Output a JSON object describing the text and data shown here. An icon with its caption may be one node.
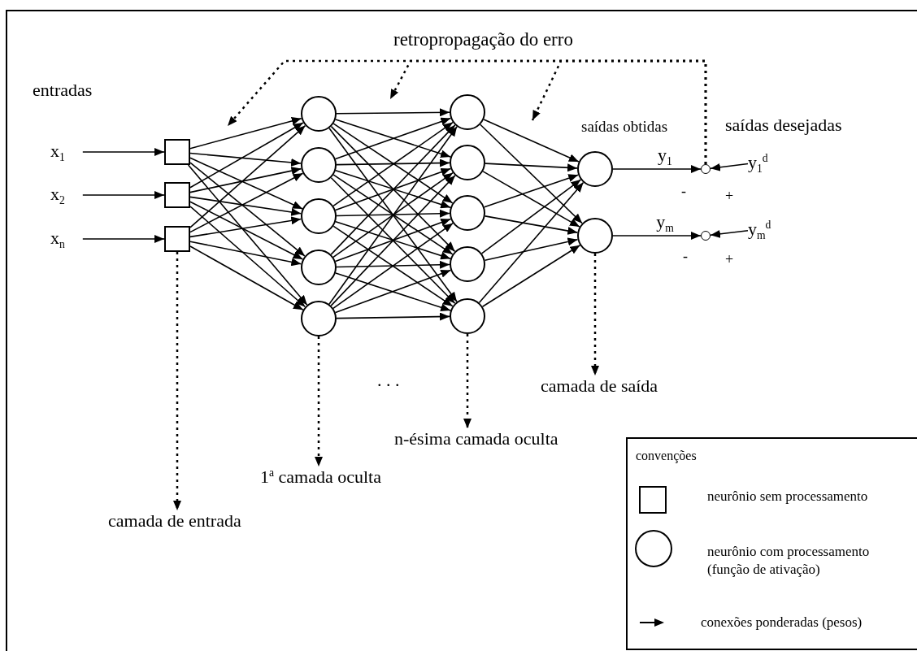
{
  "diagram": {
    "nodes": [
      {
        "text": [
          "x$_{1}$"
        ]
      },
      {
        "text": [
          "x$_{2}$"
        ]
      },
      {
        "text": [
          "x$_{n}$"
        ]
      },
      {
        "text": [],
        "shape": "box"
      },
      {
        "text": [],
        "shape": "box"
      },
      {
        "text": [],
        "shape": "box"
      },
      {
        "text": [],
        "shape": "circle"
      },
      {
        "text": [],
        "shape": "circle"
      },
      {
        "text": [],
        "shape": "circle"
      },
      {
        "text": [],
        "shape": "circle"
      },
      {
        "text": [],
        "shape": "circle"
      },
      {
        "text": [],
        "shape": "circle"
      },
      {
        "text": [],
        "shape": "circle"
      },
      {
        "text": [],
        "shape": "circle"
      },
      {
        "text": [],
        "shape": "circle"
      },
      {
        "text": [],
        "shape": "circle"
      },
      {
        "text": [],
        "shape": "circle"
      },
      {
        "text": [],
        "shape": "circle"
      },
      {
        "text": [],
        "shape": "circle"
      },
      {
        "text": [],
        "shape": "circle"
      },
      {
        "text": [
          "y$_{1}$$^{d}$"
        ]
      },
      {
        "text": [
          "y$_{m}$$^{d}$"
        ]
      },
      {
        "text": [
          "camada de entrada"
        ]
      },
      {
        "text": [
          "1$^{a}$ camada oculta"
        ]
      },
      {
        "text": [
          "n-ésima camada oculta"
        ]
      },
      {
        "text": [
          "camada de saída"
        ]
      }
    ],
    "edges": [
      {
        "from": 0,
        "to": 3,
        "arrow": "to"
      },
      {
        "from": 1,
        "to": 4,
        "arrow": "to"
      },
      {
        "from": 2,
        "to": 5,
        "arrow": "to"
      },
      {
        "from": 3,
        "to": 6,
        "arrow": "to"
      },
      {
        "from": 3,
        "to": 7,
        "arrow": "to"
      },
      {
        "from": 3,
        "to": 8,
        "arrow": "to"
      },
      {
        "from": 3,
        "to": 9,
        "arrow": "to"
      },
      {
        "from": 3,
        "to": 10,
        "arrow": "to"
      },
      {
        "from": 4,
        "to": 6,
        "arrow": "to"
      },
      {
        "from": 4,
        "to": 7,
        "arrow": "to"
      },
      {
        "from": 4,
        "to": 8,
        "arrow": "to"
      },
      {
        "from": 4,
        "to": 9,
        "arrow": "to"
      },
      {
        "from": 4,
        "to": 10,
        "arrow": "to"
      },
      {
        "from": 5,
        "to": 6,
        "arrow": "to"
      },
      {
        "from": 5,
        "to": 7,
        "arrow": "to"
      },
      {
        "from": 5,
        "to": 8,
        "arrow": "to"
      },
      {
        "from": 5,
        "to": 9,
        "arrow": "to"
      },
      {
        "from": 5,
        "to": 10,
        "arrow": "to"
      },
      {
        "from": 6,
        "to": 11,
        "arrow": "to"
      },
      {
        "from": 6,
        "to": 12,
        "arrow": "to"
      },
      {
        "from": 6,
        "to": 13,
        "arrow": "to"
      },
      {
        "from": 6,
        "to": 14,
        "arrow": "to"
      },
      {
        "from": 6,
        "to": 15,
        "arrow": "to"
      },
      {
        "from": 7,
        "to": 11,
        "arrow": "to"
      },
      {
        "from": 7,
        "to": 12,
        "arrow": "to"
      },
      {
        "from": 7,
        "to": 13,
        "arrow": "to"
      },
      {
        "from": 7,
        "to": 14,
        "arrow": "to"
      },
      {
        "from": 7,
        "to": 15,
        "arrow": "to"
      },
      {
        "from": 8,
        "to": 11,
        "arrow": "to"
      },
      {
        "from": 8,
        "to": 12,
        "arrow": "to"
      },
      {
        "from": 8,
        "to": 13,
        "arrow": "to"
      },
      {
        "from": 8,
        "to": 14,
        "arrow": "to"
      },
      {
        "from": 8,
        "to": 15,
        "arrow": "to"
      },
      {
        "from": 9,
        "to": 11,
        "arrow": "to"
      },
      {
        "from": 9,
        "to": 12,
        "arrow": "to"
      },
      {
        "from": 9,
        "to": 13,
        "arrow": "to"
      },
      {
        "from": 9,
        "to": 14,
        "arrow": "to"
      },
      {
        "from": 9,
        "to": 15,
        "arrow": "to"
      },
      {
        "from": 10,
        "to": 11,
        "arrow": "to"
      },
      {
        "from": 10,
        "to": 12,
        "arrow": "to"
      },
      {
        "from": 10,
        "to": 13,
        "arrow": "to"
      },
      {
        "from": 10,
        "to": 14,
        "arrow": "to"
      },
      {
        "from": 10,
        "to": 15,
        "arrow": "to"
      },
      {
        "from": 11,
        "to": 16,
        "arrow": "to"
      },
      {
        "from": 11,
        "to": 17,
        "arrow": "to"
      },
      {
        "from": 12,
        "to": 16,
        "arrow": "to"
      },
      {
        "from": 12,
        "to": 17,
        "arrow": "to"
      },
      {
        "from": 13,
        "to": 16,
        "arrow": "to"
      },
      {
        "from": 13,
        "to": 17,
        "arrow": "to"
      },
      {
        "from": 14,
        "to": 16,
        "arrow": "to"
      },
      {
        "from": 14,
        "to": 17,
        "arrow": "to"
      },
      {
        "from": 15,
        "to": 16,
        "arrow": "to"
      },
      {
        "from": 15,
        "to": 17,
        "arrow": "to"
      },
      {
        "from": 16,
        "to": 18,
        "arrow": "to",
        "label": "y$_{1}$"
      },
      {
        "from": 17,
        "to": 19,
        "arrow": "to",
        "label": "y$_{m}$"
      },
      {
        "from": 20,
        "to": 18,
        "arrow": "to"
      },
      {
        "from": 21,
        "to": 19,
        "arrow": "to"
      },
      {
        "from": 5,
        "to": 22,
        "arrow": "to",
        "style": "dashed"
      },
      {
        "from": 10,
        "to": 23,
        "arrow": "to",
        "style": "dashed"
      },
      {
        "from": 15,
        "to": 24,
        "arrow": "to",
        "style": "dashed"
      },
      {
        "from": 17,
        "to": 25,
        "arrow": "to",
        "style": "dashed"
      },
      {
        "from": 18,
        "to": null,
        "arrow": "to",
        "style": "dashed"
      },
      {
        "from": 18,
        "to": null,
        "arrow": "to",
        "style": "dashed"
      },
      {
        "from": 18,
        "to": null,
        "arrow": "to",
        "style": "dashed"
      }
    ],
    "labels": [
      "retropropagação do erro",
      "entradas",
      "saídas obtidas",
      "saídas desejadas",
      "-",
      "+",
      "-",
      "+",
      ". . .",
      "convenções"
    ],
    "legend": [
      {
        "text": "neurônio sem processamento"
      },
      {
        "text": "neurônio com processamento (função de ativação)"
      },
      {
        "text": "conexões ponderadas (pesos)"
      }
    ]
  }
}
